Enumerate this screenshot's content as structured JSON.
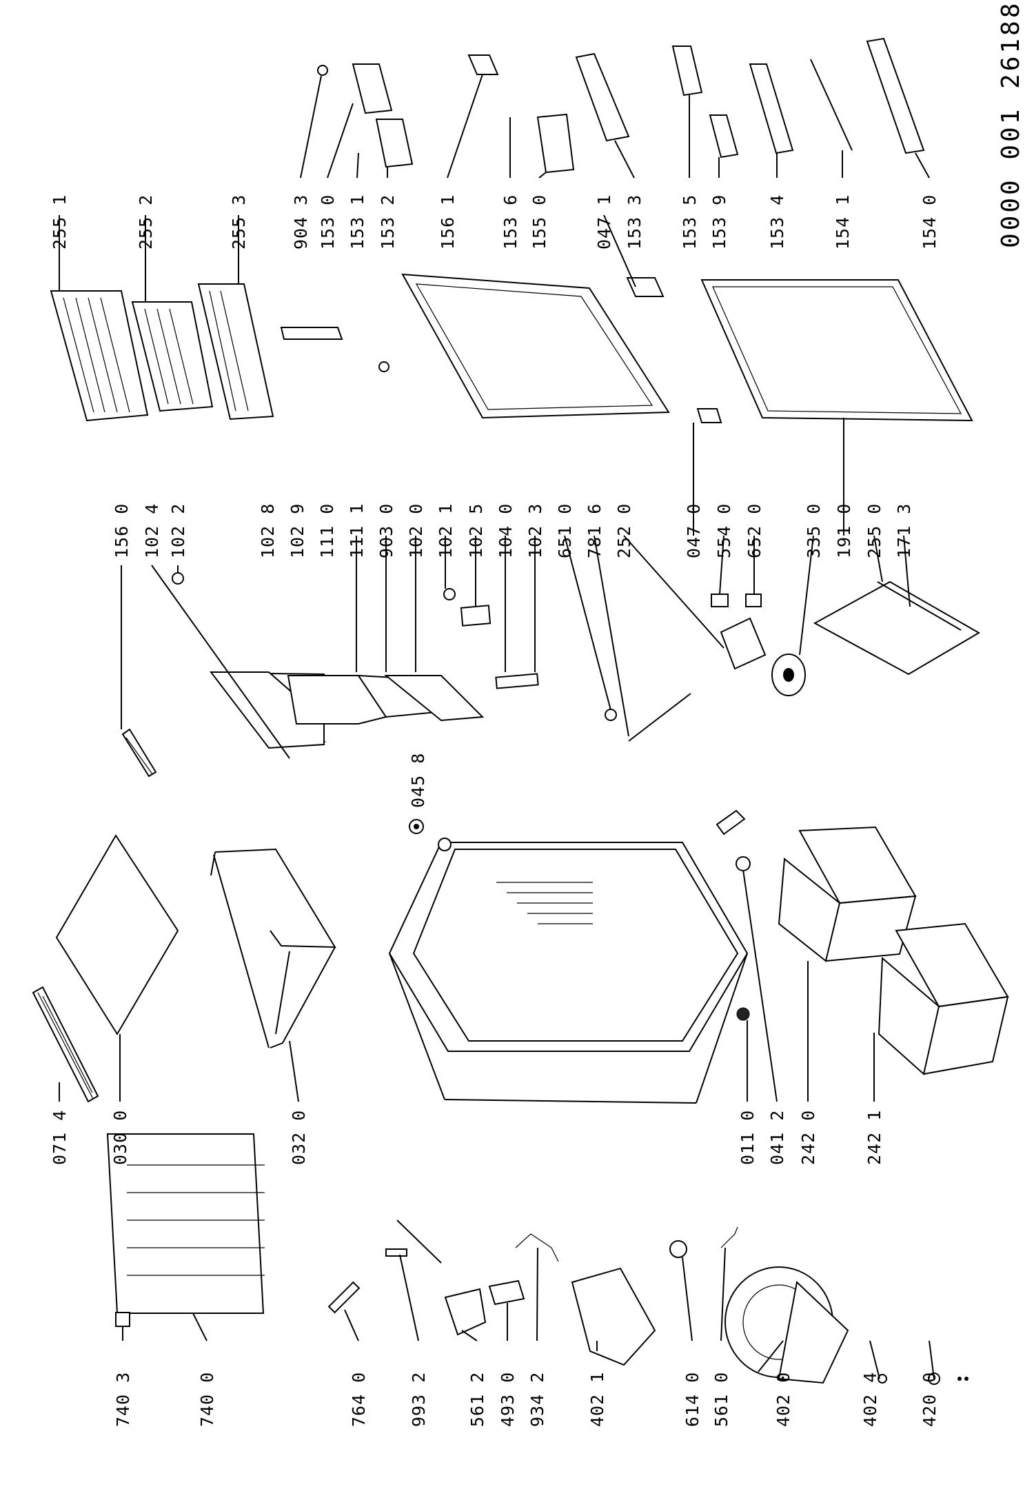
{
  "document_number": "0000 001 26188",
  "callouts": [
    {
      "id": "c-0714",
      "text": "071 4"
    },
    {
      "id": "c-0300",
      "text": "030 0"
    },
    {
      "id": "c-0320",
      "text": "032 0"
    },
    {
      "id": "c-0110",
      "text": "011 0"
    },
    {
      "id": "c-0412",
      "text": "041 2"
    },
    {
      "id": "c-2420",
      "text": "242 0"
    },
    {
      "id": "c-2421",
      "text": "242 1"
    },
    {
      "id": "c-0458",
      "text": "045 8"
    },
    {
      "id": "c-1560",
      "text": "156 0"
    },
    {
      "id": "c-1024",
      "text": "102 4"
    },
    {
      "id": "c-1022",
      "text": "102 2"
    },
    {
      "id": "c-1028",
      "text": "102 8"
    },
    {
      "id": "c-1029",
      "text": "102 9"
    },
    {
      "id": "c-1110",
      "text": "111 0"
    },
    {
      "id": "c-1111",
      "text": "111 1"
    },
    {
      "id": "c-9030",
      "text": "903 0"
    },
    {
      "id": "c-1020",
      "text": "102 0"
    },
    {
      "id": "c-1021",
      "text": "102 1"
    },
    {
      "id": "c-1025",
      "text": "102 5"
    },
    {
      "id": "c-1040",
      "text": "104 0"
    },
    {
      "id": "c-1023",
      "text": "102 3"
    },
    {
      "id": "c-6510",
      "text": "651 0"
    },
    {
      "id": "c-7816",
      "text": "781 6"
    },
    {
      "id": "c-2520",
      "text": "252 0"
    },
    {
      "id": "c-0470",
      "text": "047 0"
    },
    {
      "id": "c-5540",
      "text": "554 0"
    },
    {
      "id": "c-6520",
      "text": "652 0"
    },
    {
      "id": "c-3350",
      "text": "335 0"
    },
    {
      "id": "c-1910",
      "text": "191 0"
    },
    {
      "id": "c-2550",
      "text": "255 0"
    },
    {
      "id": "c-1713",
      "text": "171 3"
    },
    {
      "id": "c-2551",
      "text": "255 1"
    },
    {
      "id": "c-2552",
      "text": "255 2"
    },
    {
      "id": "c-2553",
      "text": "255 3"
    },
    {
      "id": "c-9043",
      "text": "904 3"
    },
    {
      "id": "c-1530",
      "text": "153 0"
    },
    {
      "id": "c-1531",
      "text": "153 1"
    },
    {
      "id": "c-1532",
      "text": "153 2"
    },
    {
      "id": "c-1561",
      "text": "156 1"
    },
    {
      "id": "c-1536",
      "text": "153 6"
    },
    {
      "id": "c-1550",
      "text": "155 0"
    },
    {
      "id": "c-0471",
      "text": "047 1"
    },
    {
      "id": "c-1533",
      "text": "153 3"
    },
    {
      "id": "c-1535",
      "text": "153 5"
    },
    {
      "id": "c-1539",
      "text": "153 9"
    },
    {
      "id": "c-1534",
      "text": "153 4"
    },
    {
      "id": "c-1541",
      "text": "154 1"
    },
    {
      "id": "c-1540",
      "text": "154 0"
    },
    {
      "id": "c-7403",
      "text": "740 3"
    },
    {
      "id": "c-7400",
      "text": "740 0"
    },
    {
      "id": "c-7640",
      "text": "764 0"
    },
    {
      "id": "c-9932",
      "text": "993 2"
    },
    {
      "id": "c-5612",
      "text": "561 2"
    },
    {
      "id": "c-4930",
      "text": "493 0"
    },
    {
      "id": "c-9342",
      "text": "934 2"
    },
    {
      "id": "c-4021",
      "text": "402 1"
    },
    {
      "id": "c-6140",
      "text": "614 0"
    },
    {
      "id": "c-5610",
      "text": "561 0"
    },
    {
      "id": "c-4020",
      "text": "402 0"
    },
    {
      "id": "c-4024",
      "text": "402 4"
    },
    {
      "id": "c-4200",
      "text": "420 0"
    }
  ]
}
